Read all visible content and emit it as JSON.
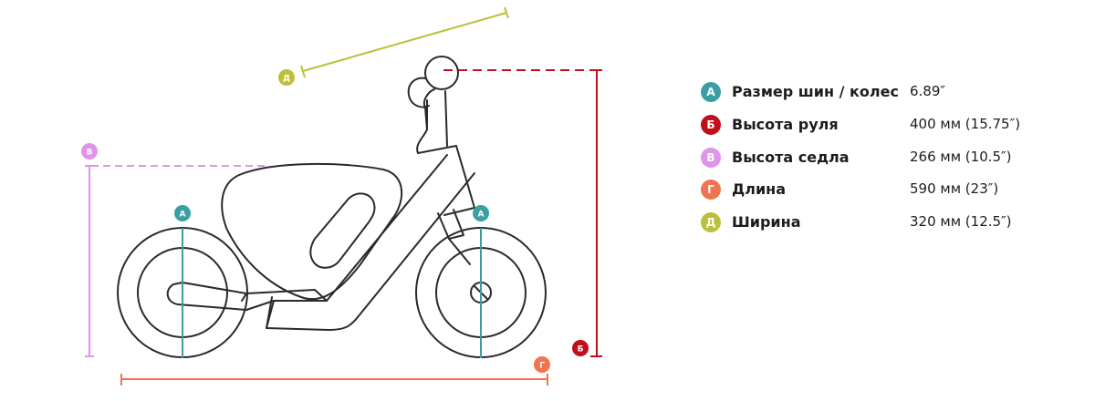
{
  "markers": {
    "a": {
      "letter": "А",
      "color": "#3a9ea5"
    },
    "b": {
      "letter": "Б",
      "color": "#c20e1a"
    },
    "v": {
      "letter": "В",
      "color": "#df94ea"
    },
    "g": {
      "letter": "Г",
      "color": "#f0744f"
    },
    "d": {
      "letter": "Д",
      "color": "#bbc03a"
    }
  },
  "legend": [
    {
      "letter": "А",
      "name": "Размер шин / колес",
      "value": "6.89″",
      "color": "#3a9ea5"
    },
    {
      "letter": "Б",
      "name": "Высота руля",
      "value": "400 мм (15.75″)",
      "color": "#c20e1a"
    },
    {
      "letter": "В",
      "name": "Высота седла",
      "value": "266 мм (10.5″)",
      "color": "#df94ea"
    },
    {
      "letter": "Г",
      "name": "Длина",
      "value": "590 мм (23″)",
      "color": "#f0744f"
    },
    {
      "letter": "Д",
      "name": "Ширина",
      "value": "320 мм (12.5″)",
      "color": "#bbc03a"
    }
  ]
}
